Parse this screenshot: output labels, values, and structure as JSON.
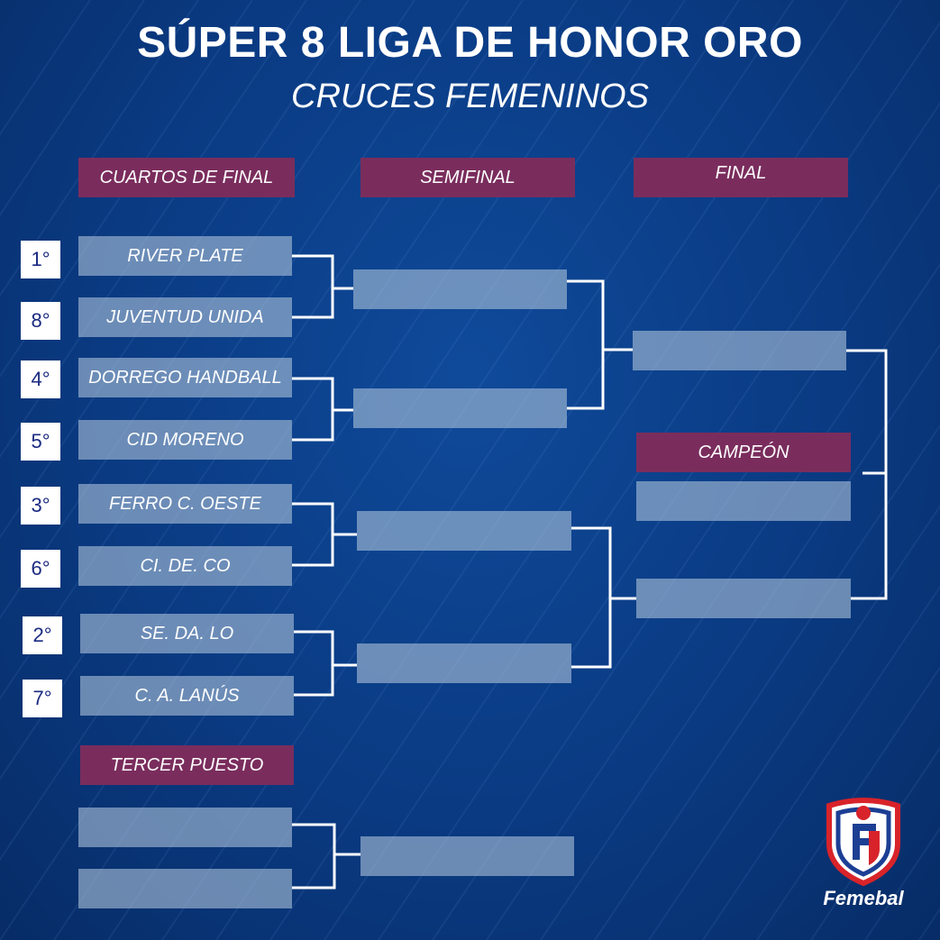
{
  "title": "SÚPER 8 LIGA DE HONOR ORO",
  "subtitle": "CRUCES FEMENINOS",
  "headers": {
    "quarters": "CUARTOS DE FINAL",
    "semis": "SEMIFINAL",
    "final": "FINAL",
    "champion": "CAMPEÓN",
    "third": "TERCER PUESTO"
  },
  "quarterfinals": [
    {
      "seed": "1°",
      "team": "RIVER PLATE"
    },
    {
      "seed": "8°",
      "team": "JUVENTUD UNIDA"
    },
    {
      "seed": "4°",
      "team": "DORREGO HANDBALL"
    },
    {
      "seed": "5°",
      "team": "CID MORENO"
    },
    {
      "seed": "3°",
      "team": "FERRO C. OESTE"
    },
    {
      "seed": "6°",
      "team": "CI. DE. CO"
    },
    {
      "seed": "2°",
      "team": "SE. DA. LO"
    },
    {
      "seed": "7°",
      "team": "C. A. LANÚS"
    }
  ],
  "semifinals": [
    "",
    "",
    "",
    ""
  ],
  "final": [
    "",
    ""
  ],
  "champion": "",
  "third_place": {
    "teams": [
      "",
      ""
    ],
    "winner": ""
  },
  "logo": {
    "name": "Femebal",
    "colors": {
      "red": "#d8232a",
      "blue": "#1c3f94"
    }
  },
  "colors": {
    "background": "#0a3a82",
    "header": "#7a2d5d",
    "slot": "#a8bed6"
  }
}
